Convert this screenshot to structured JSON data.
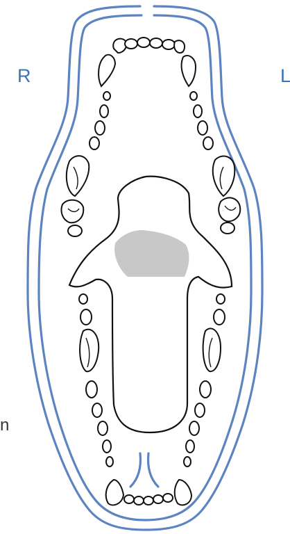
{
  "labels": {
    "right": "R",
    "left": "L",
    "edge_fragment": "n,"
  },
  "colors": {
    "outline_blue": "#5b84c0",
    "label_blue": "#3a73b8",
    "line_black": "#111111",
    "shaded_region": "#c8c8c8"
  },
  "icons": {
    "diagram": "mouth-dental-chart-icon"
  }
}
